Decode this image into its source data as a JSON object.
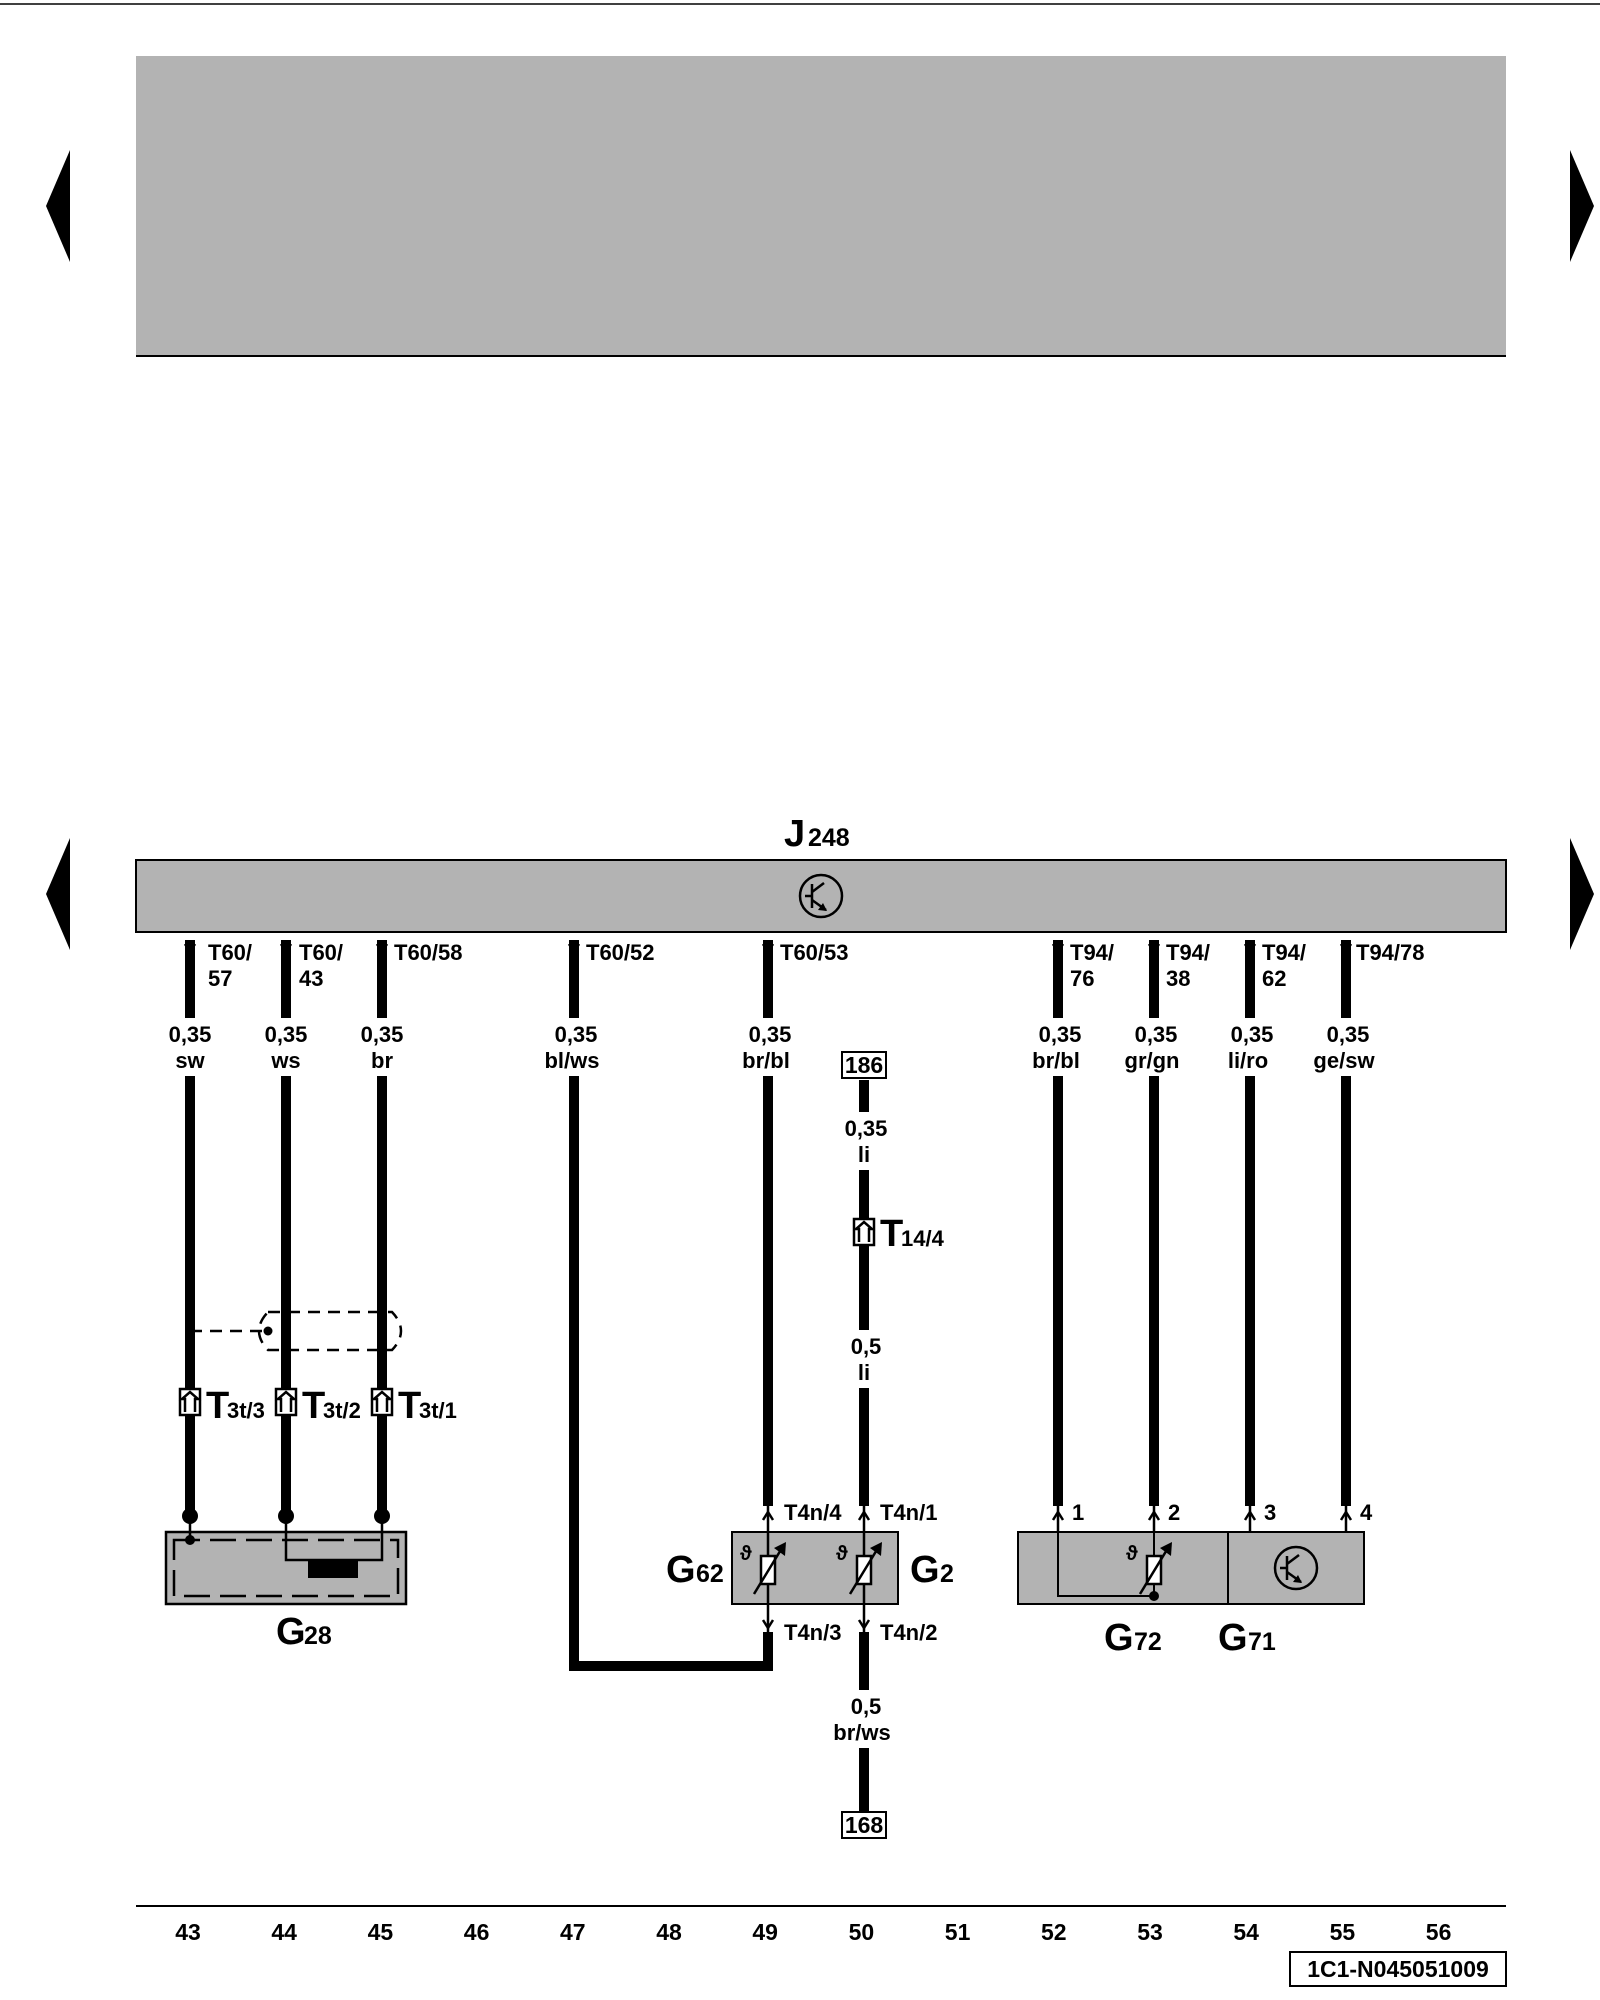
{
  "nav": {
    "prev_icon": "triangle-left-icon",
    "next_icon": "triangle-right-icon"
  },
  "control_unit": {
    "letter": "J",
    "number": "248",
    "icon": "transistor-icon"
  },
  "pins": {
    "p57a": "T60/",
    "p57b": "57",
    "p43a": "T60/",
    "p43b": "43",
    "p58": "T60/58",
    "p52": "T60/52",
    "p53": "T60/53",
    "p76a": "T94/",
    "p76b": "76",
    "p38a": "T94/",
    "p38b": "38",
    "p62a": "T94/",
    "p62b": "62",
    "p78": "T94/78"
  },
  "wires": {
    "c43": {
      "size": "0,35",
      "color": "sw"
    },
    "c44": {
      "size": "0,35",
      "color": "ws"
    },
    "c45": {
      "size": "0,35",
      "color": "br"
    },
    "c47": {
      "size": "0,35",
      "color": "bl/ws"
    },
    "c49": {
      "size": "0,35",
      "color": "br/bl"
    },
    "c50a": {
      "size": "0,35",
      "color": "li"
    },
    "c50b": {
      "size": "0,5",
      "color": "li"
    },
    "c50c": {
      "size": "0,5",
      "color": "br/ws"
    },
    "c52": {
      "size": "0,35",
      "color": "br/bl"
    },
    "c53": {
      "size": "0,35",
      "color": "gr/gn"
    },
    "c54": {
      "size": "0,35",
      "color": "li/ro"
    },
    "c55": {
      "size": "0,35",
      "color": "ge/sw"
    }
  },
  "refs": {
    "top": "186",
    "bottom": "168"
  },
  "connectors": {
    "t14": {
      "main": "T",
      "sub": "14/4"
    },
    "t3t3": {
      "main": "T",
      "sub": "3t/3"
    },
    "t3t2": {
      "main": "T",
      "sub": "3t/2"
    },
    "t3t1": {
      "main": "T",
      "sub": "3t/1"
    }
  },
  "component_pins": {
    "t4n4": "T4n/4",
    "t4n1": "T4n/1",
    "t4n3": "T4n/3",
    "t4n2": "T4n/2",
    "g72_1": "1",
    "g72_2": "2",
    "g71_3": "3",
    "g71_4": "4"
  },
  "components": {
    "g28": {
      "main": "G",
      "sub": "28"
    },
    "g62": {
      "main": "G",
      "sub": "62"
    },
    "g2": {
      "main": "G",
      "sub": "2"
    },
    "g72": {
      "main": "G",
      "sub": "72"
    },
    "g71": {
      "main": "G",
      "sub": "71"
    }
  },
  "columns": [
    "43",
    "44",
    "45",
    "46",
    "47",
    "48",
    "49",
    "50",
    "51",
    "52",
    "53",
    "54",
    "55",
    "56"
  ],
  "diagram_id": "1C1-N045051009",
  "colors": {
    "panel": "#b3b3b3",
    "ink": "#000000"
  }
}
